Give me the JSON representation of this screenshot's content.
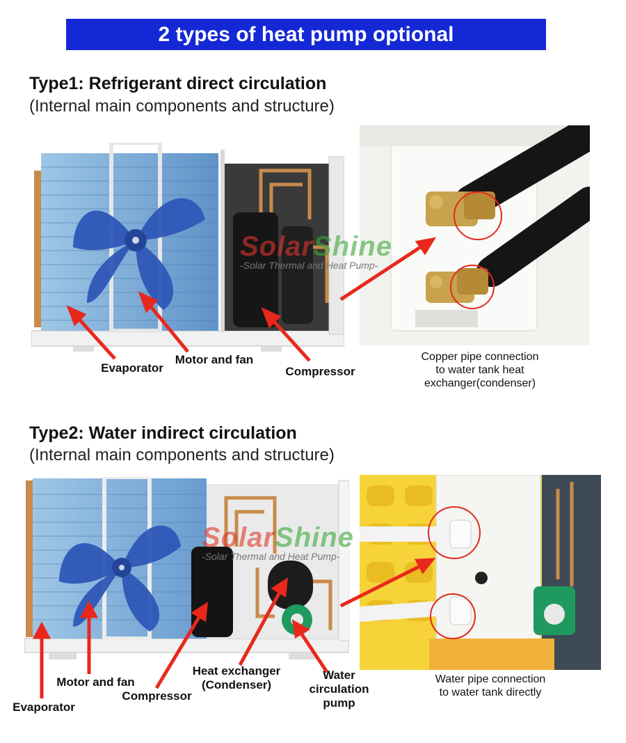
{
  "banner": {
    "title": "2 types of heat pump optional"
  },
  "type1": {
    "title": "Type1: Refrigerant direct circulation",
    "subtitle": "(Internal main components and structure)",
    "labels": {
      "evaporator": "Evaporator",
      "motor_fan": "Motor and fan",
      "compressor": "Compressor"
    },
    "caption": [
      "Copper pipe connection",
      "to water tank heat",
      "exchanger(condenser)"
    ]
  },
  "type2": {
    "title": "Type2: Water indirect circulation",
    "subtitle": "(Internal main components and structure)",
    "labels": {
      "motor_fan": "Motor and fan",
      "compressor": "Compressor",
      "heat_exchanger": [
        "Heat exchanger",
        "(Condenser)"
      ],
      "pump": [
        "Water",
        "circulation",
        "pump"
      ],
      "evaporator": "Evaporator"
    },
    "caption": [
      "Water pipe connection",
      "to water tank directly"
    ]
  },
  "watermark": {
    "brand_a": "Solar",
    "brand_b": "Shine",
    "tagline": "-Solar Thermal and Heat Pump-"
  },
  "colors": {
    "banner": "#1428d6",
    "arrow": "#e8281c",
    "highlight_circle": "#e02a1f",
    "watermark_red": "#e0352b",
    "watermark_green": "#3aa83a"
  }
}
